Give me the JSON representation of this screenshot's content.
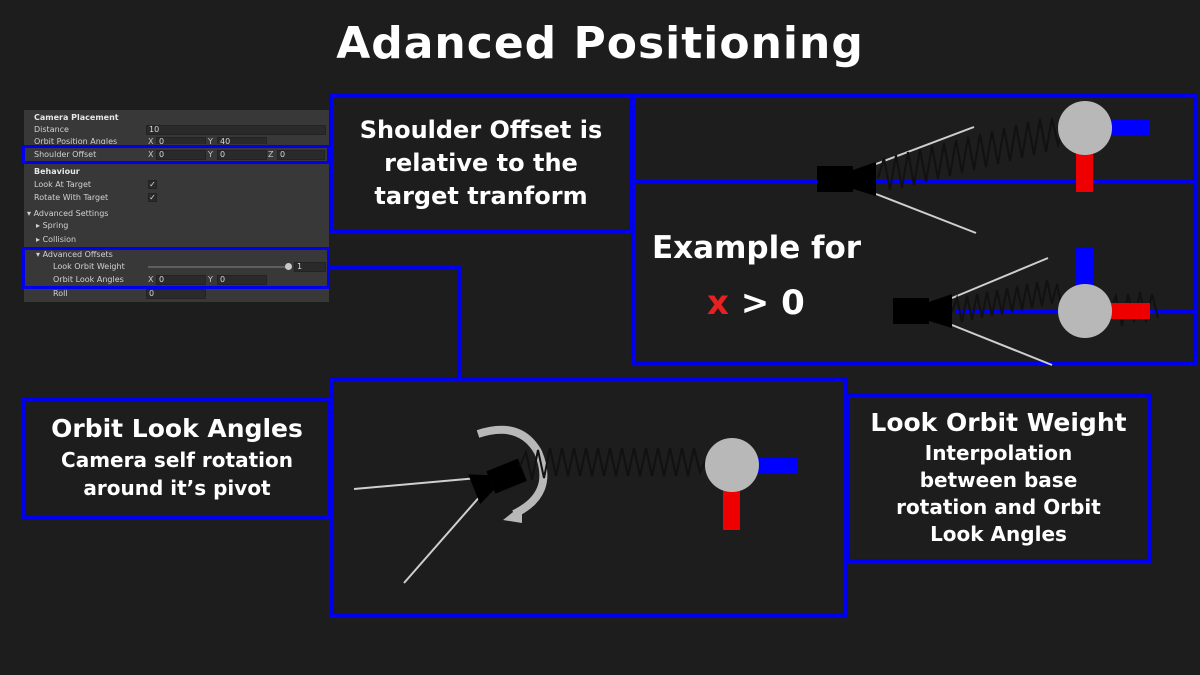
{
  "title": "Adanced Positioning",
  "inspector": {
    "camera_placement_header": "Camera Placement",
    "distance": {
      "label": "Distance",
      "value": "10"
    },
    "orbit_position_angles": {
      "label": "Orbit Position Angles",
      "x_label": "X",
      "x_value": "0",
      "y_label": "Y",
      "y_value": "40"
    },
    "shoulder_offset": {
      "label": "Shoulder Offset",
      "x_label": "X",
      "x_value": "0",
      "y_label": "Y",
      "y_value": "0",
      "z_label": "Z",
      "z_value": "0"
    },
    "behaviour_header": "Behaviour",
    "look_at_target": {
      "label": "Look At Target",
      "checked": "✓"
    },
    "rotate_with_target": {
      "label": "Rotate With Target",
      "checked": "✓"
    },
    "advanced_settings": "Advanced Settings",
    "spring": "Spring",
    "collision": "Collision",
    "advanced_offsets": "Advanced Offsets",
    "look_orbit_weight": {
      "label": "Look Orbit Weight",
      "value": "1",
      "fraction": 1.0
    },
    "orbit_look_angles": {
      "label": "Orbit Look Angles",
      "x_label": "X",
      "x_value": "0",
      "y_label": "Y",
      "y_value": "0"
    },
    "roll": {
      "label": "Roll",
      "value": "0"
    }
  },
  "shoulder_text": [
    "Shoulder Offset is",
    "relative to the",
    "target tranform"
  ],
  "example": {
    "line1": "Example for",
    "x": "x",
    "rest": "> 0"
  },
  "orbit_look": {
    "title": "Orbit Look Angles",
    "lines": [
      "Camera self rotation",
      "around it’s pivot"
    ]
  },
  "look_weight": {
    "title": "Look Orbit Weight",
    "lines": [
      "Interpolation",
      "between base",
      "rotation and Orbit",
      "Look Angles"
    ]
  },
  "colors": {
    "accent_blue": "#0000ee",
    "axis_red": "#ee0000",
    "axis_blue": "#0000ff",
    "target_gray": "#b8b8b8",
    "x_red": "#e82020"
  }
}
